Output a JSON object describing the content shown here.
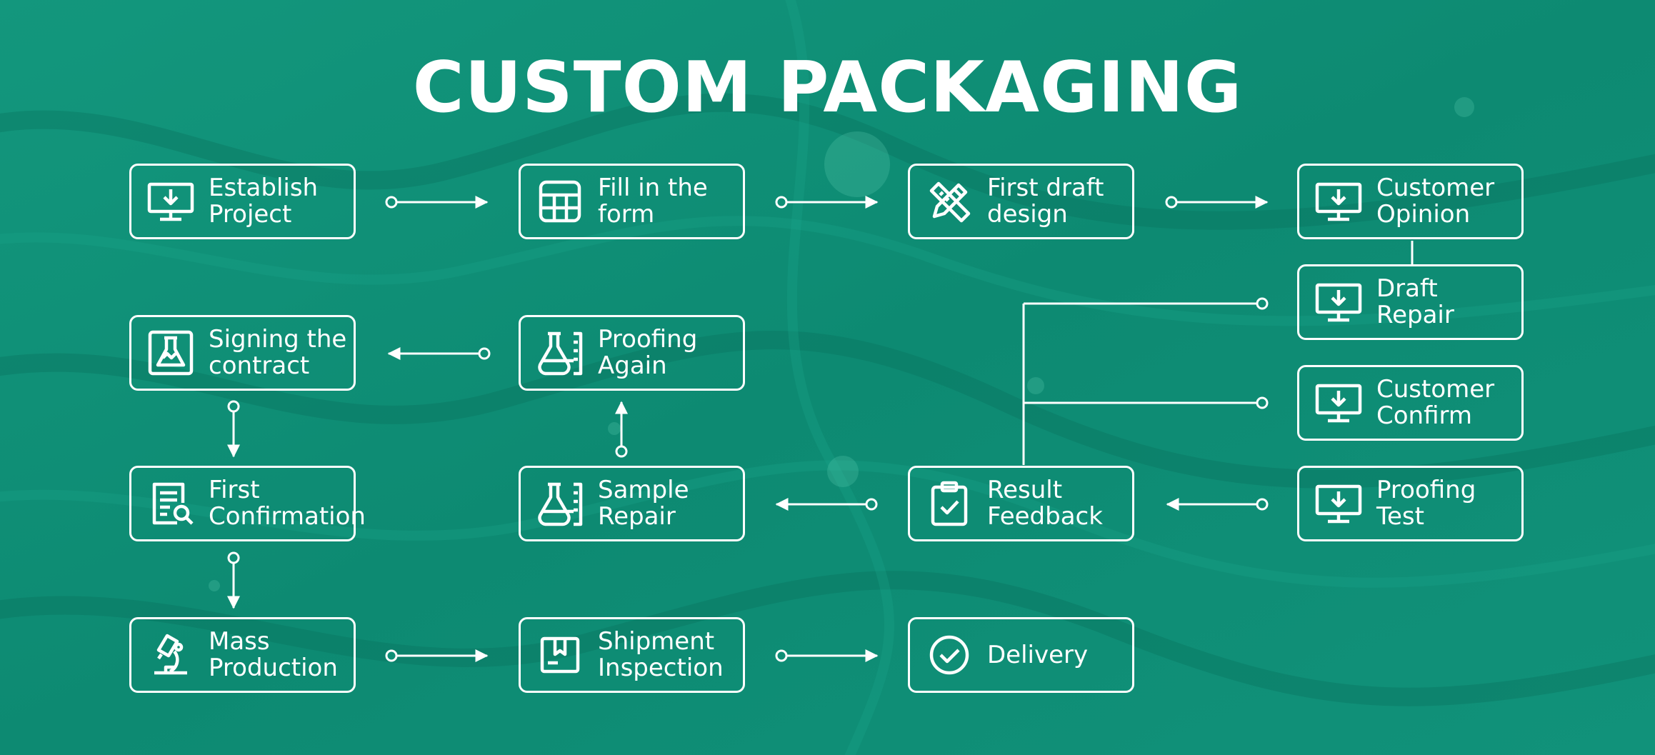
{
  "title": "CUSTOM PACKAGING",
  "colors": {
    "background": "#0f8f76",
    "line": "#ffffff",
    "text": "#ffffff"
  },
  "steps": {
    "establish_project": {
      "label": "Establish\nProject",
      "icon": "monitor-download-icon"
    },
    "fill_form": {
      "label": "Fill in the\nform",
      "icon": "table-grid-icon"
    },
    "first_draft": {
      "label": "First draft\ndesign",
      "icon": "pencil-ruler-icon"
    },
    "customer_opinion": {
      "label": "Customer\nOpinion",
      "icon": "monitor-download-icon"
    },
    "draft_repair": {
      "label": "Draft\nRepair",
      "icon": "monitor-download-icon"
    },
    "customer_confirm": {
      "label": "Customer\nConfirm",
      "icon": "monitor-download-icon"
    },
    "proofing_test": {
      "label": "Proofing\nTest",
      "icon": "monitor-download-icon"
    },
    "result_feedback": {
      "label": "Result\nFeedback",
      "icon": "clipboard-check-icon"
    },
    "sample_repair": {
      "label": "Sample\nRepair",
      "icon": "flask-ruler-icon"
    },
    "proofing_again": {
      "label": "Proofing\nAgain",
      "icon": "flask-ruler-icon"
    },
    "signing_contract": {
      "label": "Signing the\ncontract",
      "icon": "beaker-icon"
    },
    "first_confirmation": {
      "label": "First\nConfirmation",
      "icon": "document-search-icon"
    },
    "mass_production": {
      "label": "Mass\nProduction",
      "icon": "microscope-icon"
    },
    "shipment_inspection": {
      "label": "Shipment\nInspection",
      "icon": "package-box-icon"
    },
    "delivery": {
      "label": "Delivery",
      "icon": "check-circle-icon"
    }
  }
}
